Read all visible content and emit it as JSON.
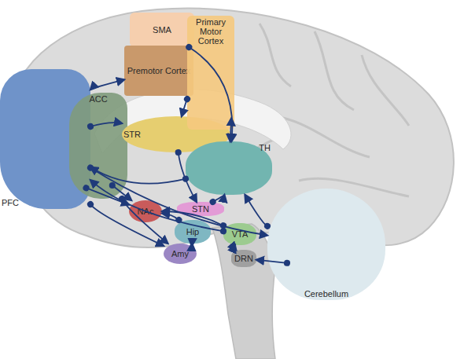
{
  "diagram": {
    "nodes": [
      {
        "text": [
          "SMA"
        ]
      },
      {
        "text": [
          "Premotor Cortex"
        ]
      },
      {
        "text": [
          "Primary Motor Cortex"
        ]
      },
      {
        "text": [
          "PFC"
        ]
      },
      {
        "text": [
          "ACC"
        ]
      },
      {
        "text": [
          "STR"
        ]
      },
      {
        "text": [
          "TH"
        ]
      },
      {
        "text": [
          "NAc"
        ]
      },
      {
        "text": [
          "STN"
        ]
      },
      {
        "text": [
          "Hip"
        ]
      },
      {
        "text": [
          "VTA"
        ]
      },
      {
        "text": [
          "Amy"
        ]
      },
      {
        "text": [
          "DRN"
        ]
      },
      {
        "text": [
          "Cerebellum"
        ]
      }
    ],
    "edges": [
      {
        "from": 3,
        "to": 1,
        "arrow": "both"
      },
      {
        "from": 0,
        "to": 6,
        "arrow": "to"
      },
      {
        "from": 2,
        "to": 5,
        "arrow": "to"
      },
      {
        "from": 2,
        "to": 6,
        "arrow": "both"
      },
      {
        "from": 3,
        "to": 5,
        "arrow": "to"
      },
      {
        "from": 3,
        "to": 7,
        "arrow": "to"
      },
      {
        "from": 3,
        "to": 11,
        "arrow": "to"
      },
      {
        "from": 3,
        "to": 13,
        "arrow": "to"
      },
      {
        "from": 13,
        "to": 6,
        "arrow": "to"
      },
      {
        "from": 6,
        "to": 3,
        "arrow": "to"
      },
      {
        "from": 4,
        "to": 7,
        "arrow": "to"
      },
      {
        "from": 4,
        "to": 11,
        "arrow": "to"
      },
      {
        "from": 5,
        "to": 8,
        "arrow": "to"
      },
      {
        "from": 8,
        "to": 6,
        "arrow": "to"
      },
      {
        "from": 9,
        "to": 7,
        "arrow": "to"
      },
      {
        "from": 10,
        "to": 7,
        "arrow": "to"
      },
      {
        "from": 10,
        "to": 3,
        "arrow": "to"
      },
      {
        "from": 10,
        "to": 12,
        "arrow": "both"
      },
      {
        "from": 13,
        "to": 12,
        "arrow": "to"
      },
      {
        "from": 11,
        "to": 9,
        "arrow": "both"
      }
    ]
  }
}
